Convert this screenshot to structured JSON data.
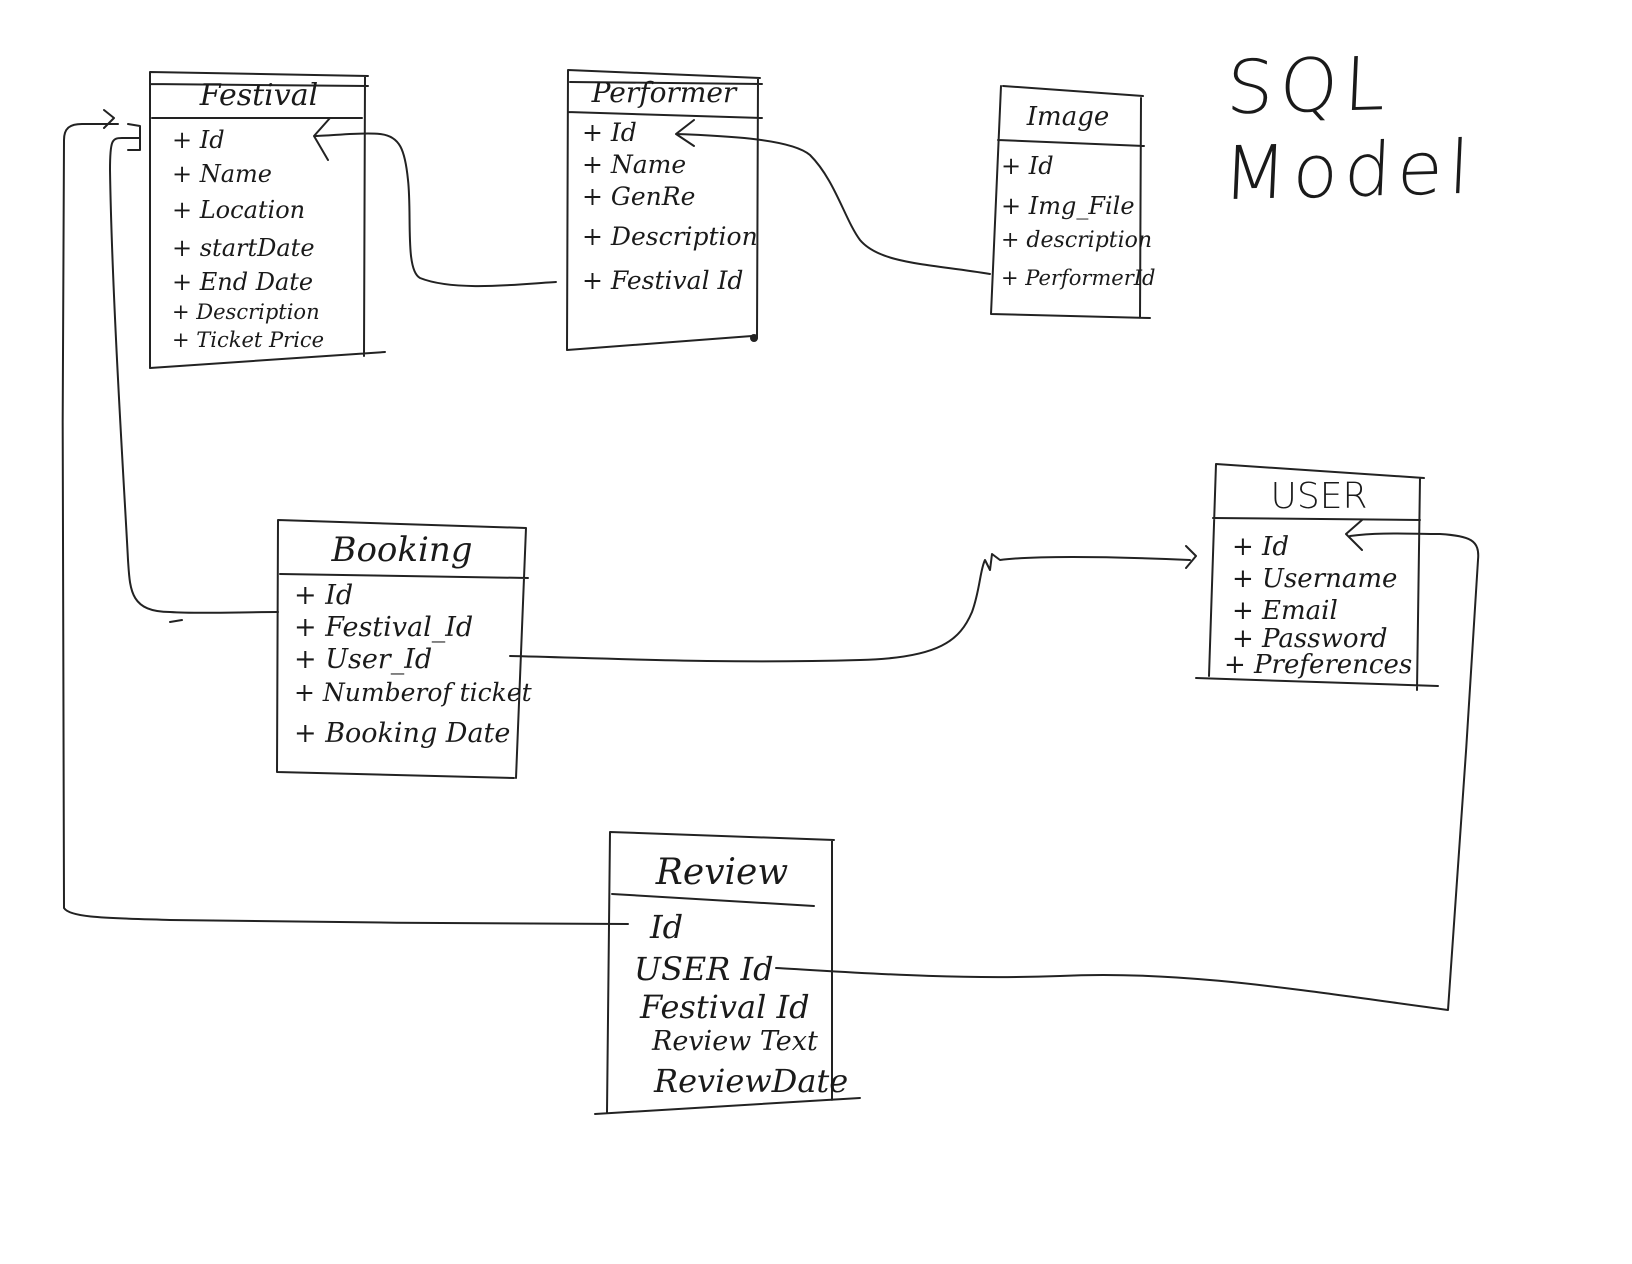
{
  "title": "SQL Model",
  "entities": {
    "festival": {
      "name": "Festival",
      "attributes": [
        "+ Id",
        "+ Name",
        "+ Location",
        "+ startDate",
        "+ End Date",
        "+ Description",
        "+ Ticket Price"
      ]
    },
    "performer": {
      "name": "Performer",
      "attributes": [
        "+ Id",
        "+ Name",
        "+ GenRe",
        "+ Description",
        "+ Festival Id"
      ]
    },
    "image": {
      "name": "Image",
      "attributes": [
        "+ Id",
        "+ Img_File",
        "+ description",
        "+ PerformerId"
      ]
    },
    "booking": {
      "name": "Booking",
      "attributes": [
        "+ Id",
        "+ Festival_Id",
        "+ User_Id",
        "+ Numberof ticket",
        "+ Booking Date"
      ]
    },
    "user": {
      "name": "USER",
      "attributes": [
        "+ Id",
        "+ Username",
        "+ Email",
        "+ Password",
        "+ Preferences"
      ]
    },
    "review": {
      "name": "Review",
      "attributes": [
        "Id",
        "USER Id",
        "Festival Id",
        "Review Text",
        "ReviewDate"
      ]
    }
  },
  "relationships": [
    {
      "from": "performer.Festival Id",
      "to": "festival.Id"
    },
    {
      "from": "image.PerformerId",
      "to": "performer.Id"
    },
    {
      "from": "booking.Festival_Id",
      "to": "festival.Id"
    },
    {
      "from": "booking.User_Id",
      "to": "user.Id"
    },
    {
      "from": "review.Id",
      "to": "festival.Id"
    },
    {
      "from": "review.USER Id",
      "to": "user.Id"
    }
  ]
}
